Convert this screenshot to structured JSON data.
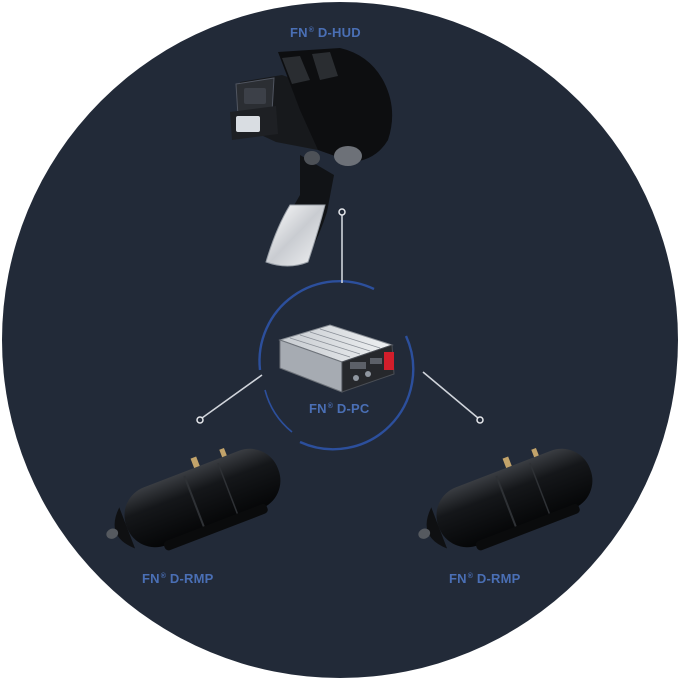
{
  "colors": {
    "background_circle": "#222a38",
    "accent_blue": "#2c4f9c",
    "connector": "#d0d4db",
    "label": "#4a6fb5"
  },
  "components": {
    "hud": {
      "prefix": "FN",
      "mark": "®",
      "name": "D-HUD"
    },
    "pc": {
      "prefix": "FN",
      "mark": "®",
      "name": "D-PC"
    },
    "rmp_left": {
      "prefix": "FN",
      "mark": "®",
      "name": "D-RMP"
    },
    "rmp_right": {
      "prefix": "FN",
      "mark": "®",
      "name": "D-RMP"
    }
  }
}
